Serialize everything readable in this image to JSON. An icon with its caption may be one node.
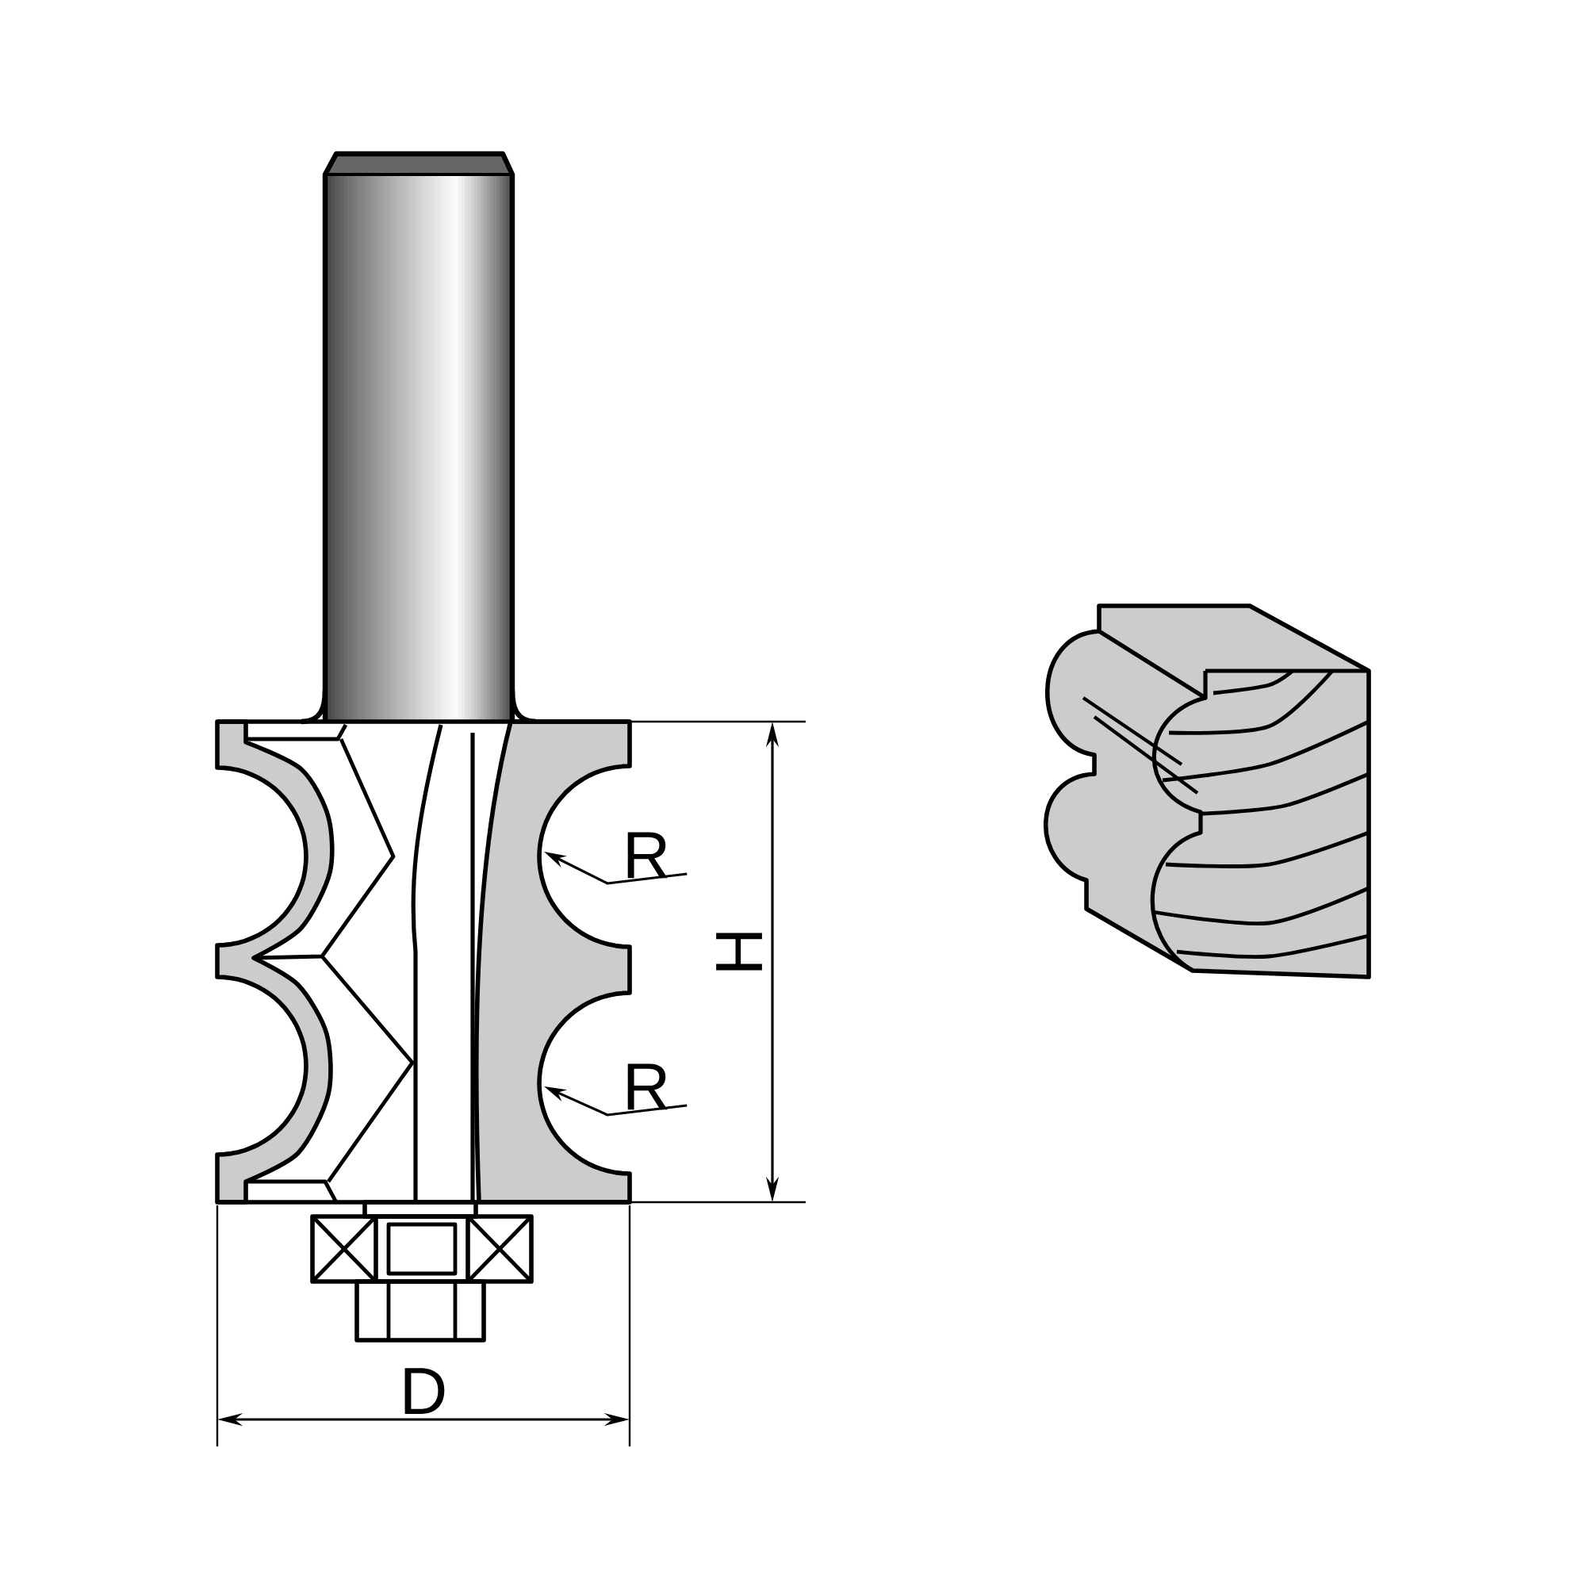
{
  "diagram": {
    "nodes": [
      {
        "text": [
          "R"
        ]
      },
      {
        "text": [
          "R"
        ]
      }
    ],
    "edges": [
      {
        "from": 0,
        "to": null,
        "arrow": "to"
      },
      {
        "from": 1,
        "to": null,
        "arrow": "to"
      }
    ],
    "labels": [
      "H",
      "D"
    ]
  }
}
